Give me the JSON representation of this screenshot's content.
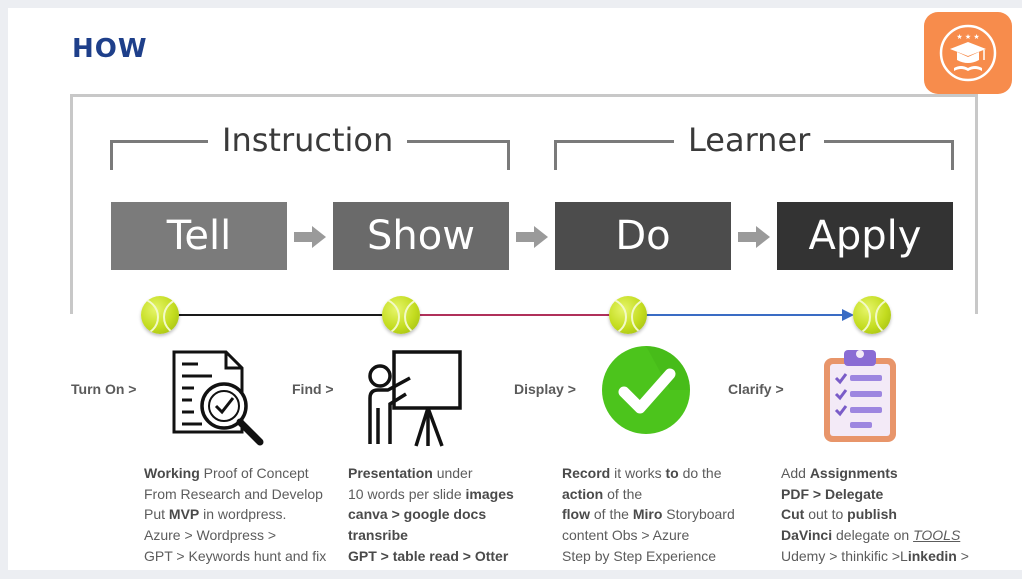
{
  "title": "HOW",
  "groups": {
    "instruction": "Instruction",
    "learner": "Learner"
  },
  "stages": {
    "tell": "Tell",
    "show": "Show",
    "do": "Do",
    "apply": "Apply"
  },
  "steps": {
    "turn_on": "Turn On >",
    "find": "Find >",
    "display": "Display >",
    "clarify": "Clarify >"
  },
  "descriptions": {
    "col1": [
      {
        "bold": "Working",
        "rest": " Proof of Concept"
      },
      {
        "bold": "",
        "rest": "From Research and Develop"
      },
      {
        "pre": "Put ",
        "bold": "MVP",
        "rest": " in wordpress."
      },
      {
        "bold": "",
        "rest": "Azure > Wordpress >"
      },
      {
        "bold": "",
        "rest": "GPT > Keywords hunt and fix"
      }
    ],
    "col2": [
      {
        "bold": "Presentation",
        "rest": " under"
      },
      {
        "pre": "10 words per slide ",
        "bold": "images",
        "rest": ""
      },
      {
        "bold": "canva > google docs",
        "rest": ""
      },
      {
        "bold": "transribe",
        "rest": ""
      },
      {
        "bold": "GPT > table read > Otter",
        "rest": ""
      }
    ],
    "col3": [
      {
        "bold": "Record",
        "rest": " it works ",
        "bold2": "to",
        "rest2": " do the"
      },
      {
        "bold": "action",
        "rest": " of the"
      },
      {
        "bold": "flow",
        "rest": " of the ",
        "bold2": "Miro",
        "rest2": " Storyboard"
      },
      {
        "bold": "",
        "rest": "content Obs >  Azure"
      },
      {
        "bold": "",
        "rest": "Step by Step Experience"
      }
    ],
    "col4": [
      {
        "pre": "Add ",
        "bold": "Assignments",
        "rest": ""
      },
      {
        "bold": "PDF > Delegate",
        "rest": ""
      },
      {
        "bold": "Cut",
        "rest": " out to ",
        "bold2": "publish",
        "rest2": ""
      },
      {
        "bold": "DaVinci",
        "rest": " delegate on ",
        "link": "TOOLS"
      },
      {
        "pre": "Udemy > thinkific >L",
        "bold": "inkedin",
        "rest": " >"
      }
    ]
  },
  "colors": {
    "title": "#1e3f8a",
    "tell": "#7b7b7b",
    "show": "#6a6a6a",
    "do": "#4c4c4c",
    "apply": "#333333",
    "logo": "#f78c4c",
    "check": "#4cc41c"
  },
  "icons": [
    "graduation-cap-logo-icon",
    "research-document-icon",
    "presenter-board-icon",
    "checkmark-icon",
    "clipboard-checklist-icon"
  ]
}
